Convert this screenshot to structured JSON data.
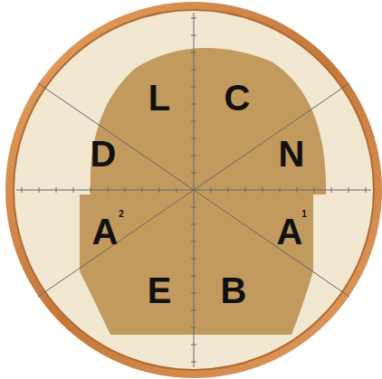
{
  "diagram": {
    "labels": [
      "L",
      "C",
      "D",
      "N",
      "A",
      "2",
      "A",
      "1",
      "E",
      "B"
    ]
  }
}
